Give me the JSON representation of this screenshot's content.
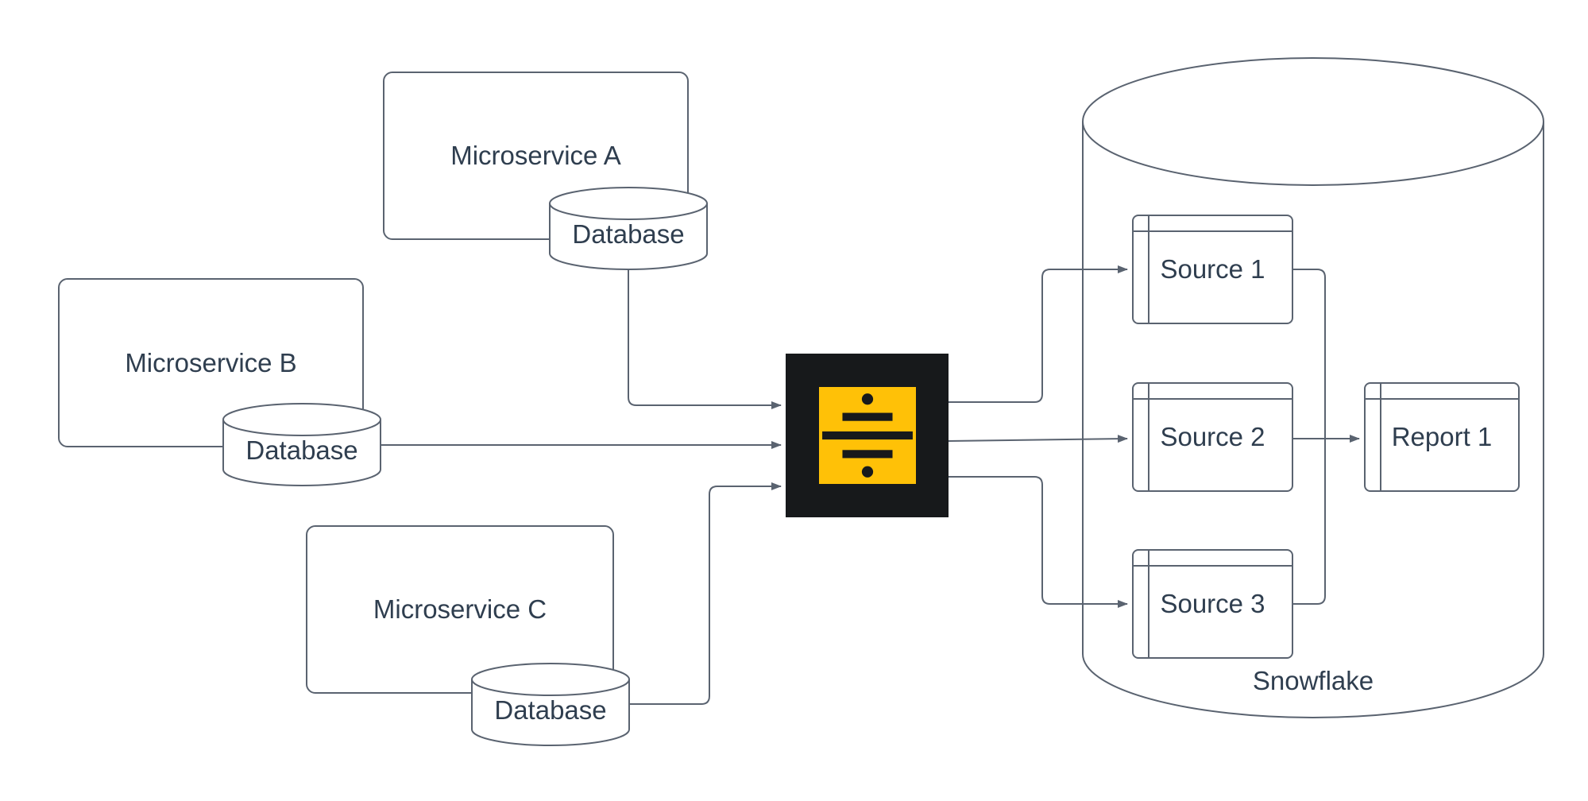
{
  "colors": {
    "stroke": "#5a6370",
    "text": "#2f3e4f",
    "node_fill": "#ffffff",
    "etl_box": "#17191b",
    "accent": "#ffc107"
  },
  "nodes": {
    "microservice_a": {
      "label": "Microservice A",
      "type": "service"
    },
    "database_a": {
      "label": "Database",
      "type": "database-cylinder"
    },
    "microservice_b": {
      "label": "Microservice B",
      "type": "service"
    },
    "database_b": {
      "label": "Database",
      "type": "database-cylinder"
    },
    "microservice_c": {
      "label": "Microservice C",
      "type": "service"
    },
    "database_c": {
      "label": "Database",
      "type": "database-cylinder"
    },
    "etl_tool": {
      "label": "",
      "type": "etl-tool",
      "icon": "pipeline-icon"
    },
    "snowflake": {
      "label": "Snowflake",
      "type": "database-cylinder"
    },
    "source_1": {
      "label": "Source 1",
      "type": "internal-storage"
    },
    "source_2": {
      "label": "Source 2",
      "type": "internal-storage"
    },
    "source_3": {
      "label": "Source 3",
      "type": "internal-storage"
    },
    "report_1": {
      "label": "Report 1",
      "type": "internal-storage"
    }
  },
  "edges": [
    {
      "from": "database_a",
      "to": "etl_tool"
    },
    {
      "from": "database_b",
      "to": "etl_tool"
    },
    {
      "from": "database_c",
      "to": "etl_tool"
    },
    {
      "from": "etl_tool",
      "to": "source_1"
    },
    {
      "from": "etl_tool",
      "to": "source_2"
    },
    {
      "from": "etl_tool",
      "to": "source_3"
    },
    {
      "from": "source_1",
      "to": "report_1"
    },
    {
      "from": "source_2",
      "to": "report_1"
    },
    {
      "from": "source_3",
      "to": "report_1"
    }
  ]
}
